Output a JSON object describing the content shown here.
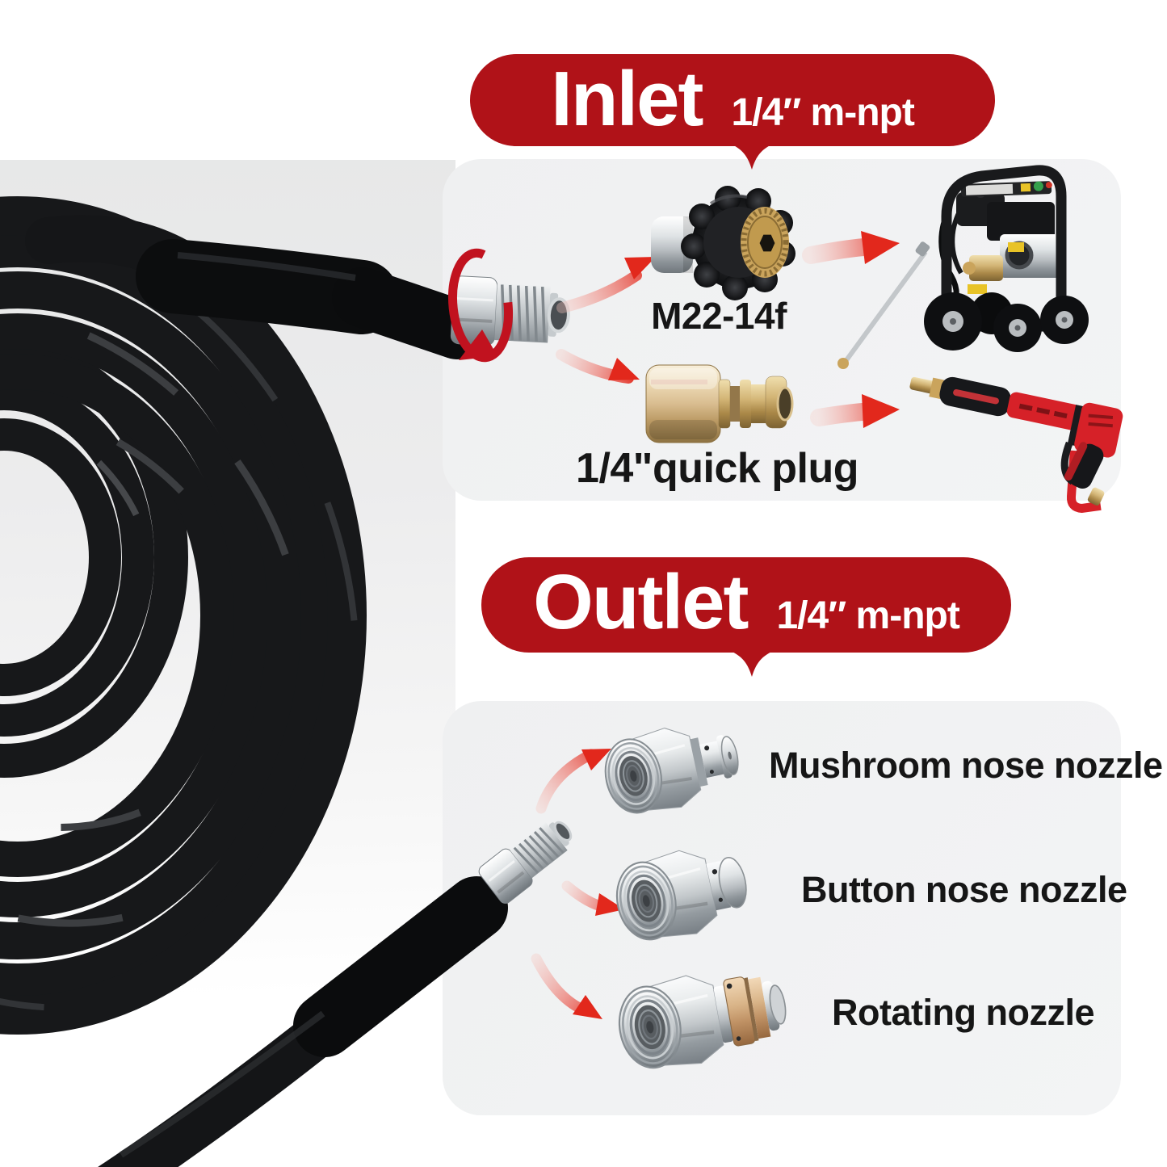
{
  "inlet": {
    "banner": {
      "title": "Inlet",
      "spec": "1/4″ m-npt"
    },
    "items": [
      {
        "label": "M22-14f",
        "connects_to": "pressure-washer-machine"
      },
      {
        "label": "1/4\"quick plug",
        "connects_to": "spray-gun"
      }
    ]
  },
  "outlet": {
    "banner": {
      "title": "Outlet",
      "spec": "1/4″ m-npt"
    },
    "items": [
      {
        "label": "Mushroom nose nozzle"
      },
      {
        "label": "Button nose nozzle"
      },
      {
        "label": "Rotating nozzle"
      }
    ]
  },
  "colors": {
    "banner_red": "#b01218",
    "arrow_red": "#e2281c",
    "rotation_arrow_red": "#c1121f",
    "panel_gray": "#f1f2f3",
    "label_black": "#161616",
    "hose_black": "#17181a",
    "chrome": "#d6dadc",
    "brass": "#c9a45c",
    "copper": "#d9b488",
    "gun_red": "#d62128",
    "accent_yellow": "#e8c327"
  }
}
